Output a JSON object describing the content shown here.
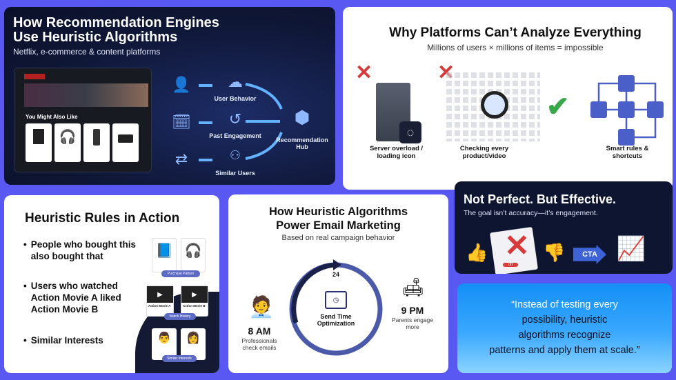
{
  "recommendation": {
    "title_line1": "How Recommendation Engines",
    "title_line2": "Use Heuristic Algorithms",
    "subtitle": "Netflix, e-commerce & content platforms",
    "mockup_heading": "You Might Also Like",
    "flow": [
      "User Behavior",
      "Past Engagement",
      "Similar Users"
    ],
    "hub": "Recommendation Hub"
  },
  "platforms": {
    "title": "Why Platforms Can’t Analyze Everything",
    "subtitle": "Millions of users × millions of items = impossible",
    "items": [
      {
        "label": "Server overload / loading icon",
        "status": "cross"
      },
      {
        "label": "Checking every product/video",
        "status": "cross"
      },
      {
        "label": "Smart rules & shortcuts",
        "status": "check"
      }
    ],
    "colors": {
      "cross": "#d63a3a",
      "check": "#3aa64a",
      "flow": "#4a5fc8"
    }
  },
  "rules": {
    "title": "Heuristic Rules in Action",
    "bullets": [
      "People who bought this also bought that",
      "Users who watched Action Movie A liked Action Movie B",
      "Similar Interests"
    ],
    "tags": [
      "Purchase Pattern",
      "Watch History",
      "Similar Interests"
    ],
    "movies": [
      "Action Movie A",
      "Action Movie B"
    ]
  },
  "email": {
    "title_line1": "How Heuristic Algorithms",
    "title_line2": "Power Email Marketing",
    "subtitle": "Based on real campaign behavior",
    "clock_label": "24",
    "center": "Send Time Optimization",
    "left_time": "8 AM",
    "left_desc": "Professionals check emails",
    "right_time": "9 PM",
    "right_desc": "Parents engage more"
  },
  "effective": {
    "title": "Not Perfect. But Effective.",
    "subtitle": "The goal isn’t accuracy—it’s engagement.",
    "cta": "CTA",
    "tag": "off"
  },
  "quote": {
    "lines": [
      "“Instead of testing every",
      "possibility, heuristic",
      "algorithms recognize",
      "patterns and apply them at scale.”"
    ]
  }
}
